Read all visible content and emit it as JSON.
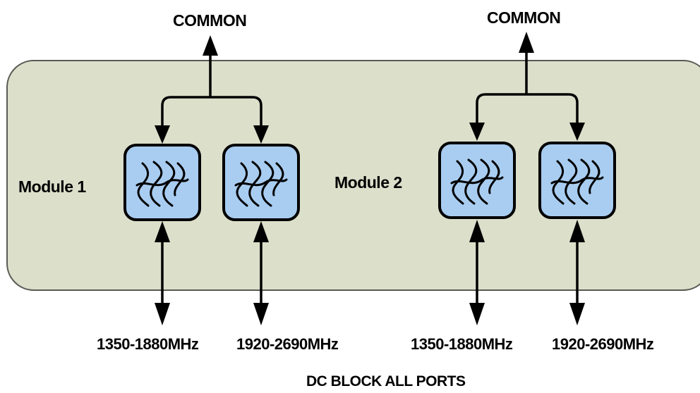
{
  "colors": {
    "background": "#ffffff",
    "panel_fill": "#dcdfca",
    "panel_stroke": "#5a5a55",
    "filter_fill": "#a9cdf1",
    "line": "#000000"
  },
  "modules": [
    {
      "label": "Module 1",
      "common_label": "COMMON",
      "filters": [
        {
          "band_label": "1350-1880MHz",
          "icon": "bandpass-filter-icon"
        },
        {
          "band_label": "1920-2690MHz",
          "icon": "bandpass-filter-icon"
        }
      ]
    },
    {
      "label": "Module 2",
      "common_label": "COMMON",
      "filters": [
        {
          "band_label": "1350-1880MHz",
          "icon": "bandpass-filter-icon"
        },
        {
          "band_label": "1920-2690MHz",
          "icon": "bandpass-filter-icon"
        }
      ]
    }
  ],
  "footer": {
    "note": "DC BLOCK ALL PORTS"
  }
}
